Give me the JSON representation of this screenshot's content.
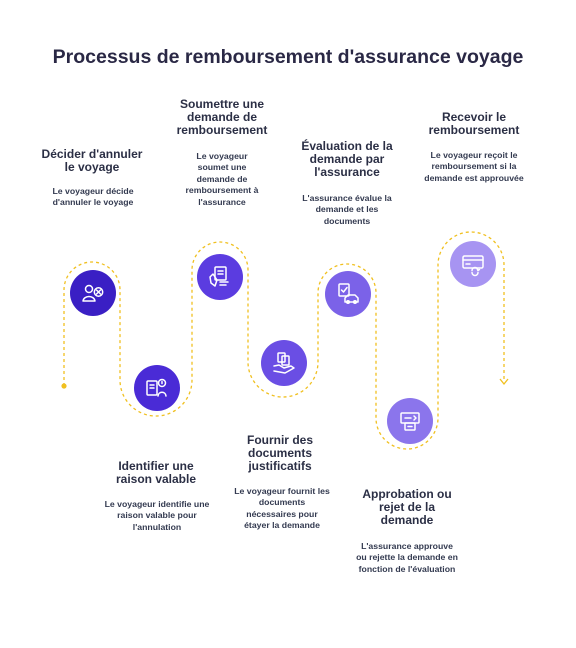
{
  "page": {
    "title": "Processus de remboursement d'assurance voyage"
  },
  "colors": {
    "c1": "#3a1fc4",
    "c2": "#4a2bd6",
    "c3": "#5b3ce0",
    "c4": "#6a4ee4",
    "c5": "#7b62e8",
    "c6": "#8b75ec",
    "c7": "#a794f2",
    "path": "#f0c020"
  },
  "steps": [
    {
      "icon": "person-cancel-icon",
      "title": "Décider d'annuler le voyage",
      "desc": "Le voyageur décide d'annuler le voyage"
    },
    {
      "icon": "document-reason-icon",
      "title": "Identifier une raison valable",
      "desc": "Le voyageur identifie une raison valable pour l'annulation"
    },
    {
      "icon": "hand-submit-icon",
      "title": "Soumettre une demande de remboursement",
      "desc": "Le voyageur soumet une demande de remboursement à l'assurance"
    },
    {
      "icon": "documents-hand-icon",
      "title": "Fournir des documents justificatifs",
      "desc": "Le voyageur fournit les documents nécessaires pour étayer la demande"
    },
    {
      "icon": "car-evaluation-icon",
      "title": "Évaluation de la demande par l'assurance",
      "desc": "L'assurance évalue la demande et les documents"
    },
    {
      "icon": "approval-form-icon",
      "title": "Approbation ou rejet de la demande",
      "desc": "L'assurance approuve ou rejette la demande en fonction de l'évaluation"
    },
    {
      "icon": "card-refund-icon",
      "title": "Recevoir le remboursement",
      "desc": "Le voyageur reçoit le remboursement si la demande est approuvée"
    }
  ]
}
